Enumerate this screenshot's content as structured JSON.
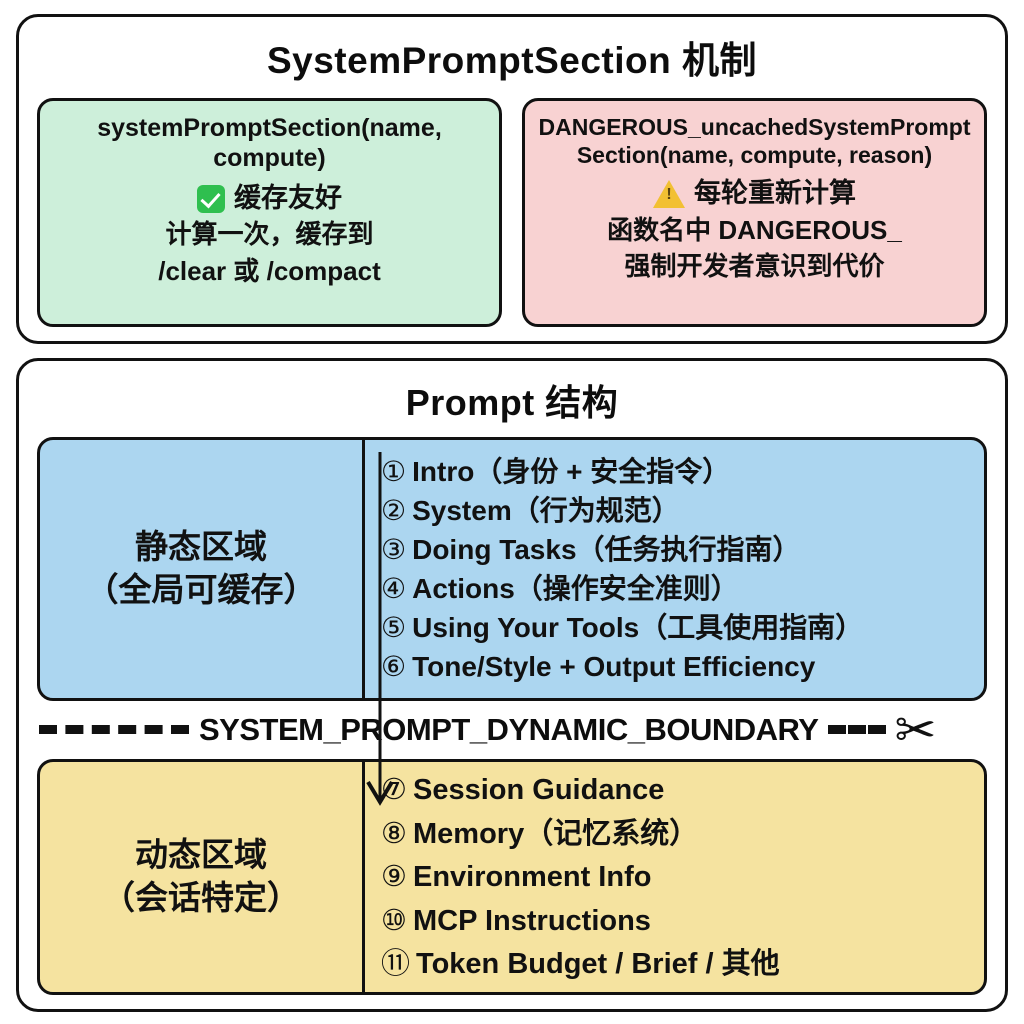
{
  "mechanism": {
    "title": "SystemPromptSection 机制",
    "cached": {
      "signature": "systemPromptSection(name, compute)",
      "badge_icon": "check-mark-icon",
      "headline": "缓存友好",
      "note_line1": "计算一次，缓存到",
      "note_line2": "/clear 或 /compact",
      "color": "#cdefda"
    },
    "uncached": {
      "signature": "DANGEROUS_uncachedSystemPromptSection(name, compute, reason)",
      "badge_icon": "warning-triangle-icon",
      "headline": "每轮重新计算",
      "note_line1": "函数名中 DANGEROUS_",
      "note_line2": "强制开发者意识到代价",
      "color": "#f8d2d2"
    }
  },
  "structure": {
    "title": "Prompt 结构",
    "static_region": {
      "label_line1": "静态区域",
      "label_line2": "（全局可缓存）",
      "color": "#acd6f0",
      "items": [
        {
          "num": "①",
          "text": "Intro（身份 + 安全指令）"
        },
        {
          "num": "②",
          "text": "System（行为规范）"
        },
        {
          "num": "③",
          "text": "Doing Tasks（任务执行指南）"
        },
        {
          "num": "④",
          "text": "Actions（操作安全准则）"
        },
        {
          "num": "⑤",
          "text": "Using Your Tools（工具使用指南）"
        },
        {
          "num": "⑥",
          "text": "Tone/Style + Output Efficiency"
        }
      ]
    },
    "boundary": {
      "label": "SYSTEM_PROMPT_DYNAMIC_BOUNDARY",
      "icon": "scissors-icon",
      "icon_glyph": "✂"
    },
    "dynamic_region": {
      "label_line1": "动态区域",
      "label_line2": "（会话特定）",
      "color": "#f5e3a0",
      "items": [
        {
          "num": "⑦",
          "text": "Session Guidance"
        },
        {
          "num": "⑧",
          "text": "Memory（记忆系统）"
        },
        {
          "num": "⑨",
          "text": "Environment Info"
        },
        {
          "num": "⑩",
          "text": "MCP Instructions"
        },
        {
          "num": "⑪",
          "text": "Token Budget / Brief / 其他"
        }
      ]
    }
  }
}
